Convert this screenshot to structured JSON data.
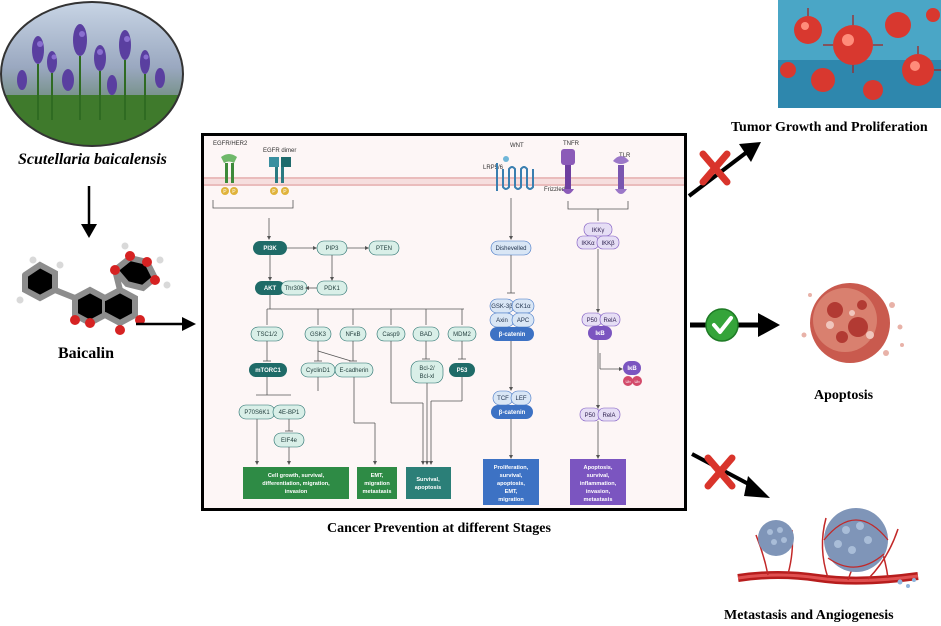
{
  "plant_label": "Scutellaria baicalensis",
  "compound_label": "Baicalin",
  "pathway_caption": "Cancer Prevention at different Stages",
  "outcomes": {
    "tumor": "Tumor Growth and Proliferation",
    "apoptosis": "Apoptosis",
    "metastasis": "Metastasis and Angiogenesis"
  },
  "receptors": {
    "egfr_her2": "EGFR/HER2",
    "egfr_dimer": "EGFR dimer",
    "wnt": "WNT",
    "lrp": "LRP5/6",
    "frizzled": "Frizzled",
    "tnfr": "TNFR",
    "tlr": "TLR",
    "p": "P"
  },
  "nodes": {
    "pi3k": "PI3K",
    "pip3": "PIP3",
    "pten": "PTEN",
    "akt": "AKT",
    "thr308": "Thr308",
    "pdk1": "PDK1",
    "tsc12": "TSC1/2",
    "gsk3": "GSK3",
    "nfkb": "NFκB",
    "casp9": "Casp9",
    "bad": "BAD",
    "mdm2": "MDM2",
    "mtorc1": "mTORC1",
    "cyclind1": "CyclinD1",
    "ecadherin": "E-cadherin",
    "bcl2_a": "Bcl-2/",
    "bcl2_b": "Bcl-xl",
    "p53": "P53",
    "p70s6k1": "P70S6K1",
    "ebp1": "4E-BP1",
    "eif4e": "EIF4e",
    "dishevelled": "Dishevelled",
    "gsk3b": "GSK-3β",
    "ck1a": "CK1α",
    "axin": "Axin",
    "apc": "APC",
    "bcat1": "β-catenin",
    "tcf": "TCF",
    "lef": "LEF",
    "bcat2": "β-catenin",
    "ikkg": "IKKγ",
    "ikka": "IKKα",
    "ikkb": "IKKβ",
    "p50": "P50",
    "rela": "RelA",
    "ikb": "IκB",
    "ikb2": "IκB",
    "ub": "Ub",
    "p50b": "P50",
    "relab": "RelA"
  },
  "results": {
    "growth": [
      "Cell growth, survival,",
      "differentiation, migration,",
      "invasion"
    ],
    "emt": [
      "EMT,",
      "migration",
      "metastasis"
    ],
    "survival": [
      "Survival,",
      "apoptosis"
    ],
    "prolif": [
      "Proliferation,",
      "survival,",
      "apoptosis,",
      "EMT,",
      "migration"
    ],
    "nfkb_out": [
      "Apoptosis,",
      "survival,",
      "inflammation,",
      "invasion,",
      "metastasis"
    ]
  },
  "colors": {
    "teal_dark": "#1f6b68",
    "teal_light": "#d9efe8",
    "green_box": "#2e8b45",
    "teal_box": "#2b7f78",
    "blue_box": "#3d72c4",
    "purple_box": "#7b55c0",
    "inhibit_red": "#d9342b",
    "check_green": "#35a43a"
  }
}
